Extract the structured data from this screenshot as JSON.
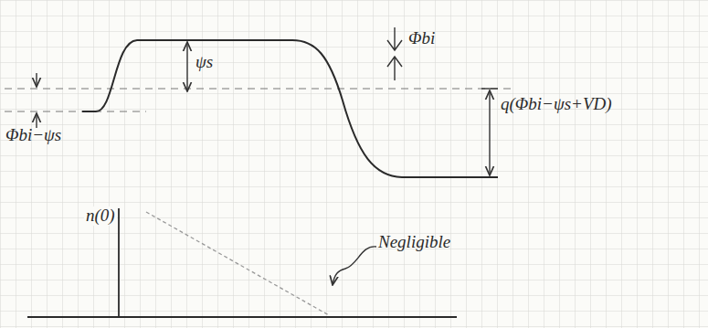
{
  "diagram": {
    "labels": [
      "Φbi−ψs",
      "ψs",
      "Φbi",
      "q(Φbi−ψs+VD)",
      "n(0)",
      "Negligible"
    ]
  }
}
